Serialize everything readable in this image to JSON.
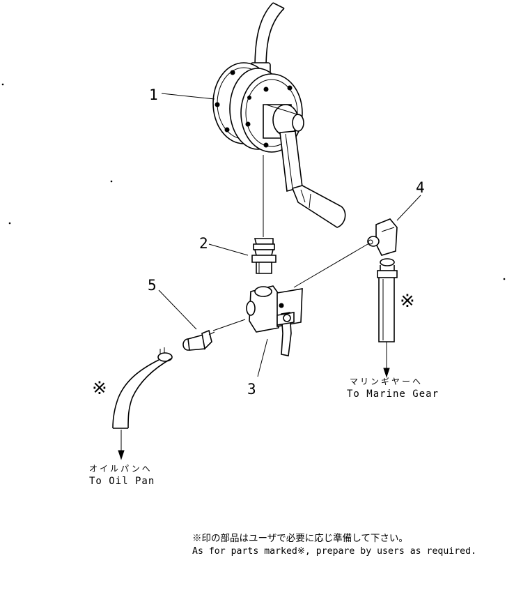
{
  "callouts": [
    "1",
    "2",
    "3",
    "4",
    "5"
  ],
  "user_supplied_mark": "※",
  "destinations": {
    "marine_gear": {
      "jp": "マリンギヤーへ",
      "en": "To Marine Gear"
    },
    "oil_pan": {
      "jp": "オイルパンへ",
      "en": "To Oil Pan"
    }
  },
  "note": {
    "jp": "※印の部品はユーザで必要に応じ準備して下さい。",
    "en": "As for parts marked※, prepare by users as required."
  }
}
